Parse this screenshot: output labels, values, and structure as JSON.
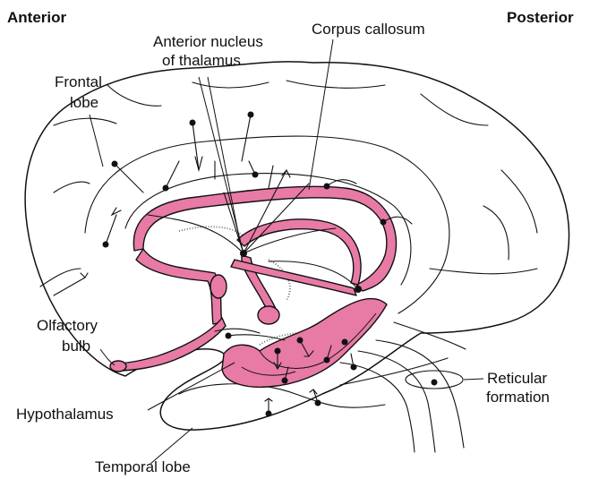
{
  "labels": {
    "anterior": "Anterior",
    "posterior": "Posterior",
    "anterior_nucleus_line1": "Anterior nucleus",
    "anterior_nucleus_line2": "of thalamus",
    "corpus_callosum": "Corpus callosum",
    "frontal_lobe_line1": "Frontal",
    "frontal_lobe_line2": "lobe",
    "olfactory_bulb_line1": "Olfactory",
    "olfactory_bulb_line2": "bulb",
    "hypothalamus": "Hypothalamus",
    "temporal_lobe": "Temporal lobe",
    "reticular_formation_line1": "Reticular",
    "reticular_formation_line2": "formation"
  },
  "colors": {
    "limbic_structures": "#e87aa6",
    "outline": "#111111",
    "background": "#ffffff"
  }
}
